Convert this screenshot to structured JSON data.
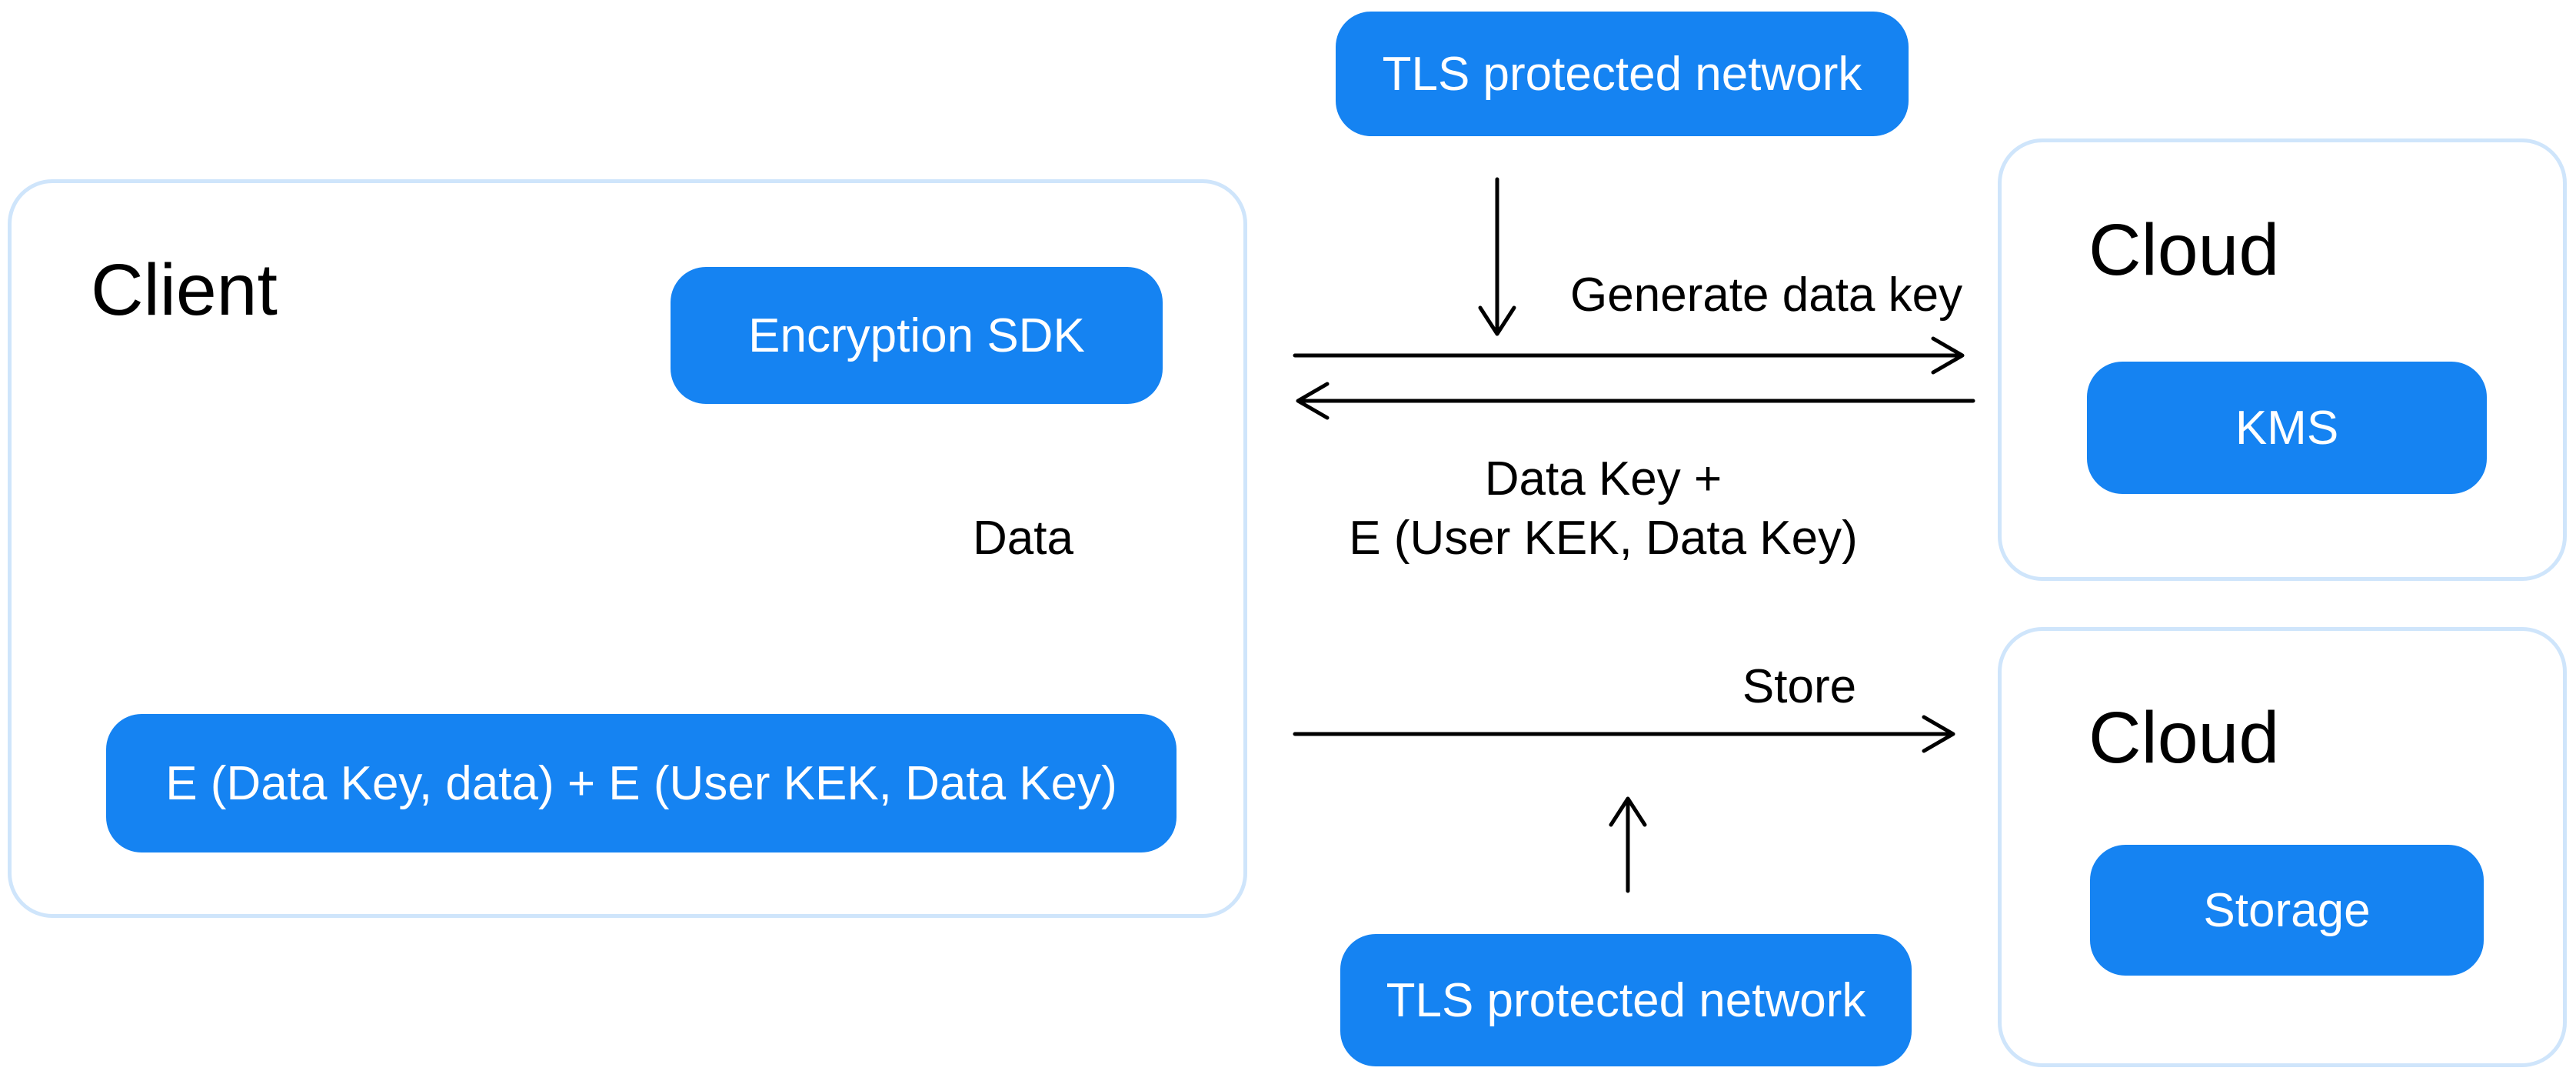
{
  "colors": {
    "node_blue": "#1583f2",
    "frame_border_blue": "#cfe5fb",
    "text_dark": "#000000",
    "text_light": "#ffffff"
  },
  "nodes": {
    "tls_top": {
      "label": "TLS protected network"
    },
    "tls_bottom": {
      "label": "TLS protected network"
    },
    "client": {
      "title": "Client",
      "sdk_label": "Encryption SDK",
      "payload_label": "E (Data Key, data) + E (User KEK, Data Key)"
    },
    "cloud_kms": {
      "title": "Cloud",
      "service_label": "KMS"
    },
    "cloud_storage": {
      "title": "Cloud",
      "service_label": "Storage"
    }
  },
  "edges": {
    "data_down": {
      "label": "Data"
    },
    "generate": {
      "label": "Generate data key"
    },
    "return_key": {
      "label_line1": "Data Key +",
      "label_line2": "E (User KEK, Data Key)"
    },
    "store": {
      "label": "Store"
    }
  }
}
